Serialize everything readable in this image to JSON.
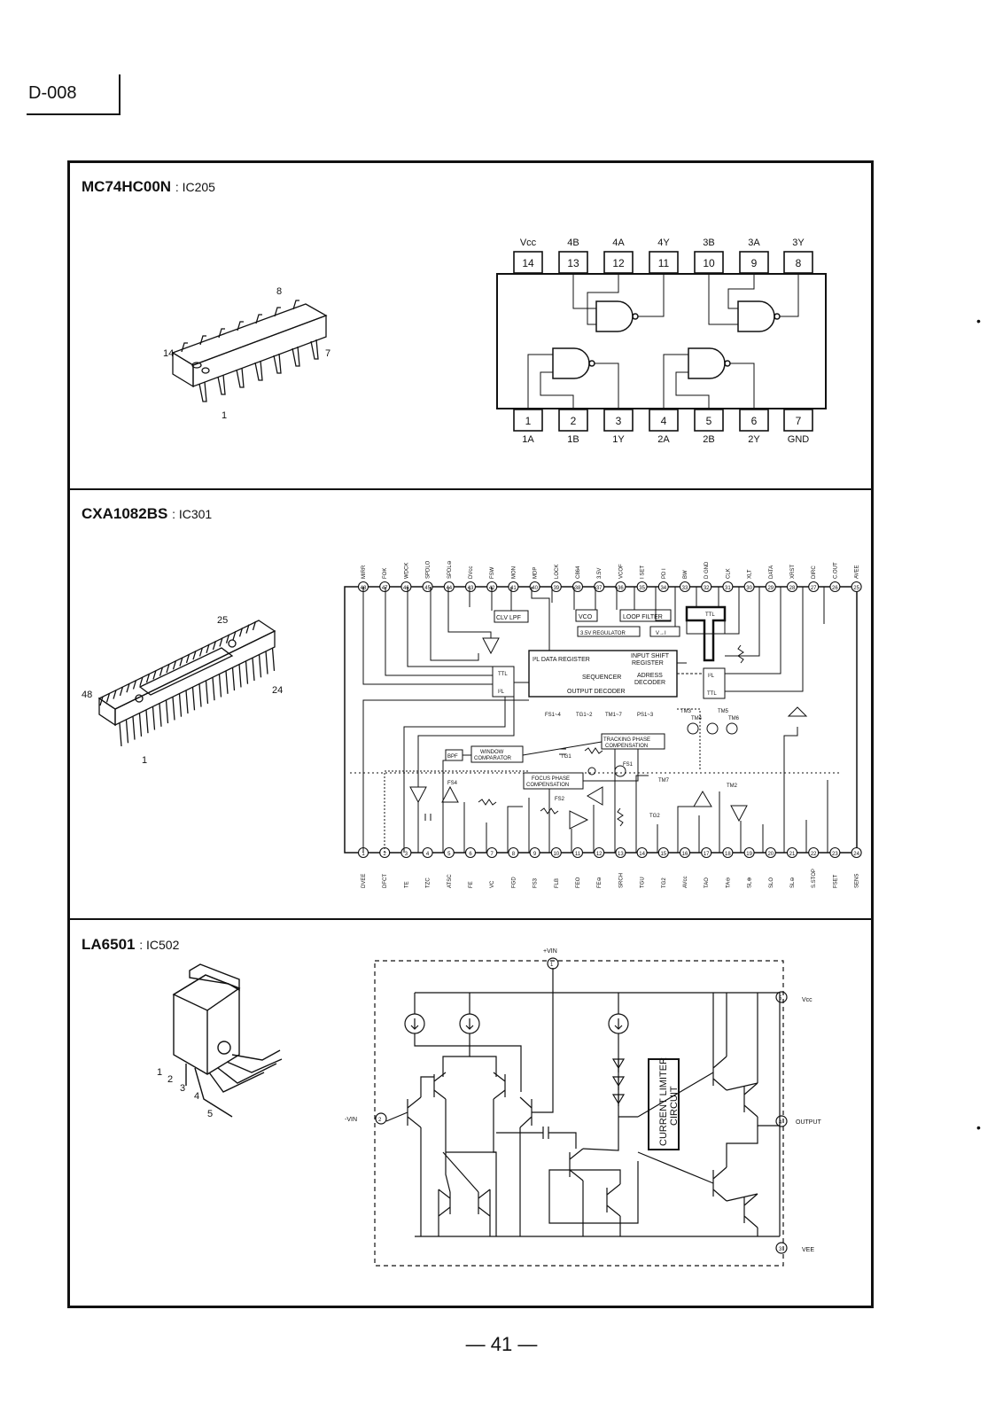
{
  "page": {
    "code": "D-008",
    "page_number": "— 41 —"
  },
  "ic205": {
    "part": "MC74HC00N",
    "ref": ": IC205",
    "pkg_labels": {
      "p14": "14",
      "p8": "8",
      "p7": "7",
      "p1": "1"
    },
    "top_labels": [
      "Vcc",
      "4B",
      "4A",
      "4Y",
      "3B",
      "3A",
      "3Y"
    ],
    "top_pins": [
      "14",
      "13",
      "12",
      "11",
      "10",
      "9",
      "8"
    ],
    "bottom_pins": [
      "1",
      "2",
      "3",
      "4",
      "5",
      "6",
      "7"
    ],
    "bottom_labels": [
      "1A",
      "1B",
      "1Y",
      "2A",
      "2B",
      "2Y",
      "GND"
    ]
  },
  "ic301": {
    "part": "CXA1082BS",
    "ref": ": IC301",
    "pkg_labels": {
      "p25": "25",
      "p48": "48",
      "p24": "24",
      "p1": "1"
    },
    "top_pins": [
      "48",
      "47",
      "46",
      "45",
      "44",
      "43",
      "42",
      "41",
      "40",
      "39",
      "38",
      "37",
      "36",
      "35",
      "34",
      "33",
      "32",
      "31",
      "30",
      "29",
      "28",
      "27",
      "26",
      "25"
    ],
    "top_labels": [
      "MIRR",
      "FOK",
      "WDCK",
      "SPDLO",
      "SPDL⊖",
      "DVcc",
      "FSW",
      "MON",
      "MDP",
      "LOCK",
      "C864",
      "3.5V",
      "VCOF",
      "I SET",
      "PD I",
      "BW",
      "D GND",
      "CLK",
      "XLT",
      "DATA",
      "XRST",
      "DIRC",
      "C.OUT",
      "AVEE"
    ],
    "bottom_pins": [
      "1",
      "2",
      "3",
      "4",
      "5",
      "6",
      "7",
      "8",
      "9",
      "10",
      "11",
      "12",
      "13",
      "14",
      "15",
      "16",
      "17",
      "18",
      "19",
      "20",
      "21",
      "22",
      "23",
      "24"
    ],
    "bottom_labels": [
      "DVEE",
      "DFCT",
      "TE",
      "TZC",
      "ATSC",
      "FE",
      "VC",
      "FGD",
      "FS3",
      "FLB",
      "FEO",
      "FE⊖",
      "SRCH",
      "TGU",
      "TG2",
      "AVcc",
      "TAO",
      "TA⊖",
      "SL⊕",
      "SLO",
      "SL⊖",
      "S.STOP",
      "FSET",
      "SENS"
    ],
    "blocks": {
      "clv_lpf": "CLV LPF",
      "vco": "VCO",
      "loop_filter": "LOOP FILTER",
      "regulator": "3.5V REGULATOR",
      "v_i": "V→I",
      "ttl_top": "TTL",
      "il_ttl": "I²L",
      "il_data": "I²L DATA REGISTER",
      "input_shift": "INPUT SHIFT",
      "register": "REGISTER",
      "sequencer": "SEQUENCER",
      "adress": "ADRESS",
      "decoder": "DECODER",
      "output_decoder": "OUTPUT DECODER",
      "ttl_right_a": "I²L",
      "ttl_right_b": "TTL",
      "fs_a": "FS1~4",
      "fs_b": "TG1~2",
      "fs_c": "TM1~7",
      "fs_d": "PS1~3",
      "bpf": "BPF",
      "window": "WINDOW",
      "comparator": "COMPARATOR",
      "tracking": "TRACKING PHASE",
      "compensation": "COMPENSATION",
      "focus": "FOCUS PHASE",
      "focus_comp": "COMPENSATION",
      "tg1": "TG1",
      "tg2": "TG2",
      "tm2": "TM2",
      "tm7": "TM7",
      "tm3": "TM3",
      "tm4": "TM4",
      "tm5": "TM5",
      "tm6": "TM6",
      "fs1": "FS1",
      "fs2": "FS2",
      "fs4": "FS4"
    }
  },
  "ic502": {
    "part": "LA6501",
    "ref": ": IC502",
    "pkg_pins": [
      "1",
      "2",
      "3",
      "4",
      "5"
    ],
    "vin_plus": "+VIN",
    "vin_minus": "-VIN",
    "vcc": "Vcc",
    "output": "OUTPUT",
    "vee": "VEE",
    "limiter_line1": "CURRENT LIMITER",
    "limiter_line2": "CIRCUIT",
    "pin_numbers": {
      "p1": "1",
      "p2": "2",
      "p3": "3",
      "p4": "4",
      "p5": "5"
    }
  }
}
